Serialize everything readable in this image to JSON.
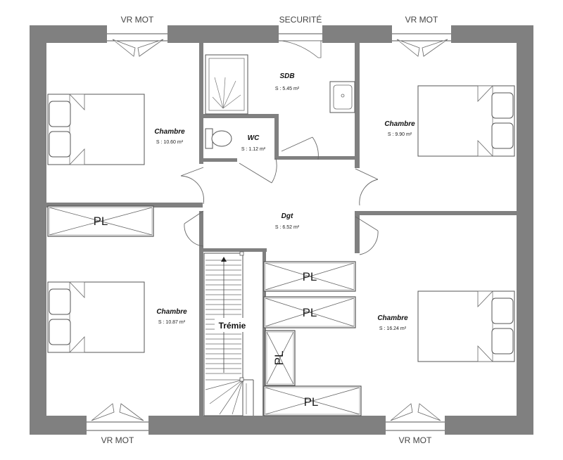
{
  "outside_labels": {
    "top_left": "VR MOT",
    "top_center": "SECURITÉ",
    "top_right": "VR MOT",
    "bottom_left": "VR MOT",
    "bottom_right": "VR MOT"
  },
  "rooms": {
    "chambre_tl": {
      "name": "Chambre",
      "area": "S : 10.60 m²"
    },
    "chambre_tr": {
      "name": "Chambre",
      "area": "S : 9.90 m²"
    },
    "chambre_bl": {
      "name": "Chambre",
      "area": "S : 10.87 m²"
    },
    "chambre_br": {
      "name": "Chambre",
      "area": "S : 16.24 m²"
    },
    "sdb": {
      "name": "SDB",
      "area": "S : 5.45 m²"
    },
    "wc": {
      "name": "WC",
      "area": "S : 1.12 m²"
    },
    "dgt": {
      "name": "Dgt",
      "area": "S : 6.52 m²"
    },
    "tremie": {
      "name": "Trémie"
    }
  },
  "closets": {
    "label": "PL"
  },
  "colors": {
    "wall": "#808080",
    "line": "#555555"
  }
}
